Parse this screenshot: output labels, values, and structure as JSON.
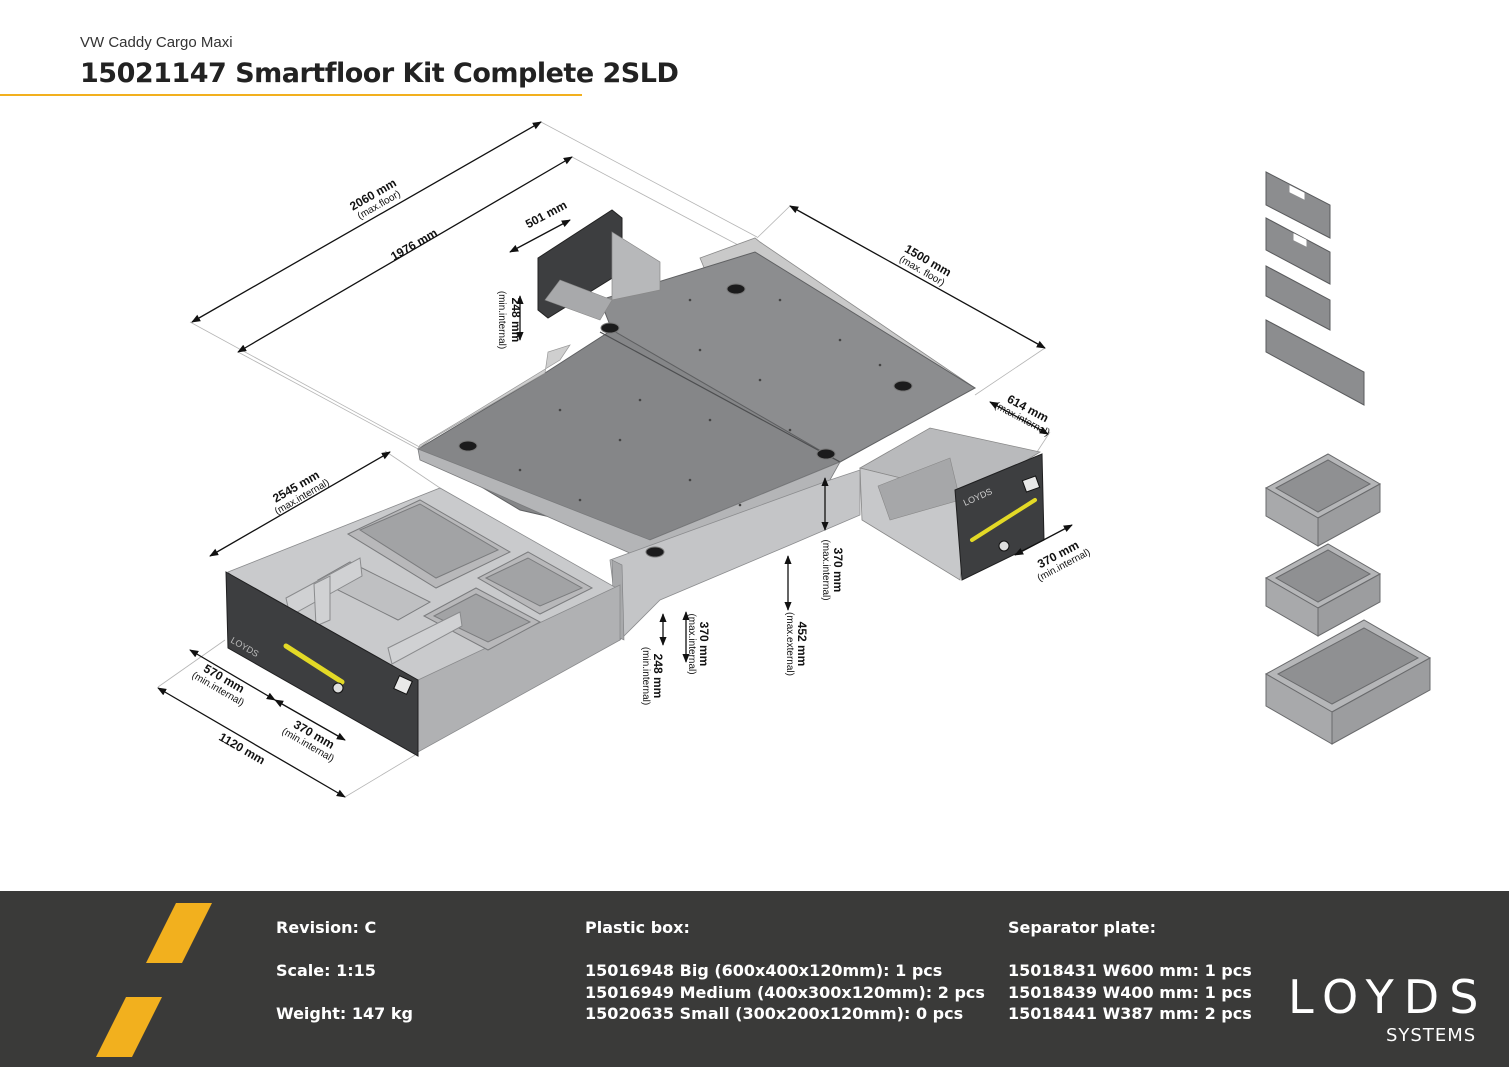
{
  "header": {
    "subtitle": "VW Caddy Cargo Maxi",
    "title": "15021147 Smartfloor Kit Complete 2SLD"
  },
  "dimensions": {
    "d2060": {
      "value": "2060 mm",
      "note": "(max.floor)"
    },
    "d1976": {
      "value": "1976 mm"
    },
    "d501": {
      "value": "501 mm"
    },
    "d248a": {
      "value": "248 mm",
      "note": "(min.internal)"
    },
    "d1500": {
      "value": "1500 mm",
      "note": "(max. floor)"
    },
    "d614": {
      "value": "614 mm",
      "note": "(max.internal)"
    },
    "d370a": {
      "value": "370 mm",
      "note": "(max.internal)"
    },
    "d370b": {
      "value": "370 mm",
      "note": "(min.internal)"
    },
    "d2545": {
      "value": "2545 mm",
      "note": "(max.internal)"
    },
    "d370c": {
      "value": "370 mm",
      "note": "(max.internal)"
    },
    "d248b": {
      "value": "248 mm",
      "note": "(min.internal)"
    },
    "d452": {
      "value": "452 mm",
      "note": "(max.external)"
    },
    "d570": {
      "value": "570 mm",
      "note": "(min.internal)"
    },
    "d370d": {
      "value": "370 mm",
      "note": "(min.internal)"
    },
    "d1120": {
      "value": "1120 mm"
    }
  },
  "drawer_logo": "LOYDS",
  "colors": {
    "accent": "#f2b01e",
    "footer_bg": "#3a3a39",
    "panel_dark": "#3d3e40",
    "floor_grey": "#8c8d8f",
    "handle_yellow": "#e3d926"
  },
  "footer": {
    "revision": "Revision: C",
    "scale": "Scale: 1:15",
    "weight": "Weight: 147 kg",
    "plastic_box_heading": "Plastic box:",
    "plastic_box_lines": [
      "15016948 Big (600x400x120mm): 1 pcs",
      "15016949 Medium (400x300x120mm): 2 pcs",
      "15020635 Small (300x200x120mm): 0 pcs"
    ],
    "separator_heading": "Separator plate:",
    "separator_lines": [
      "15018431 W600 mm: 1 pcs",
      "15018439 W400 mm: 1 pcs",
      "15018441 W387 mm: 2 pcs"
    ],
    "logo": "LOYDS",
    "logo_sub": "SYSTEMS"
  }
}
